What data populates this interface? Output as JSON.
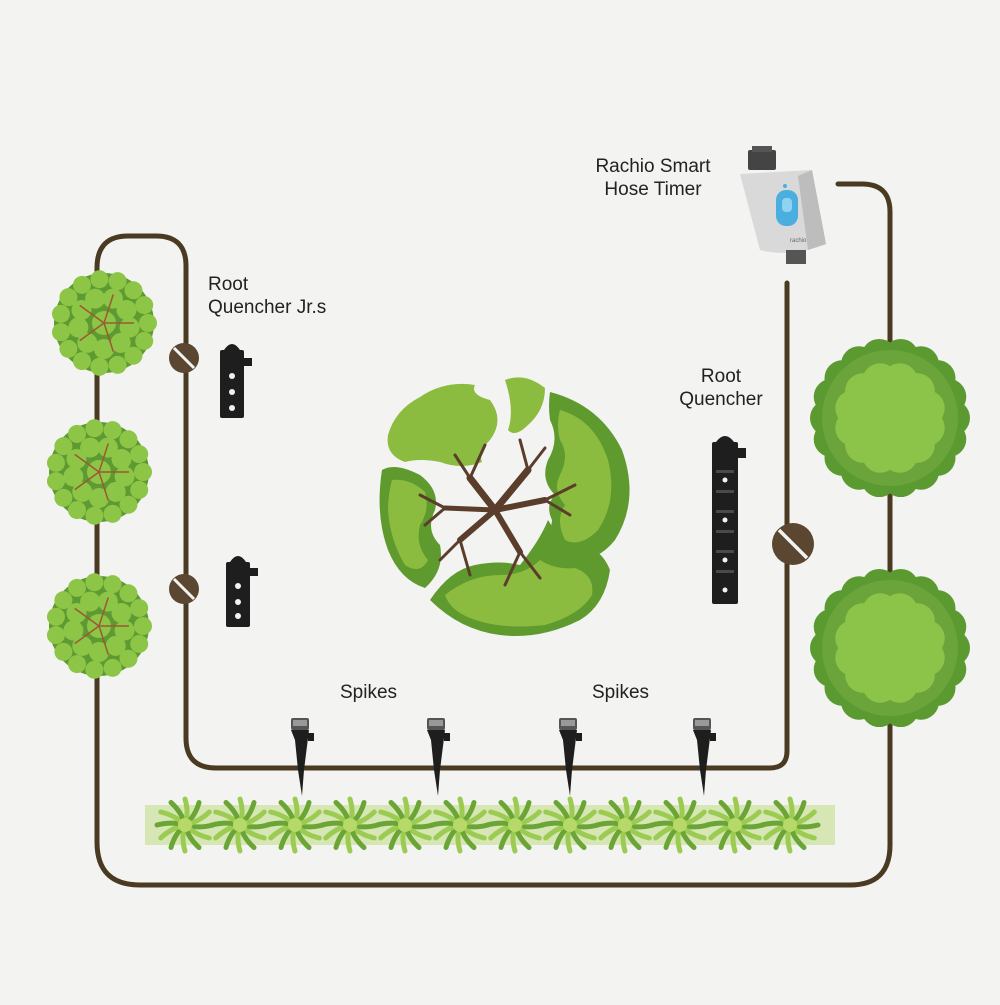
{
  "labels": {
    "timer": [
      "Rachio Smart",
      "Hose Timer"
    ],
    "jr": [
      "Root",
      "Quencher Jr.s"
    ],
    "rq": [
      "Root",
      "Quencher"
    ],
    "spikes_left": "Spikes",
    "spikes_right": "Spikes"
  },
  "device_brand": "rachio",
  "colors": {
    "background": "#f3f3f1",
    "hose": "#4a3a22",
    "valve": "#5b4731",
    "shrub_light": "#8dc546",
    "shrub_dark": "#5d9a31",
    "bush": "#6aa43b",
    "tree_canopy": "#8cbc3f",
    "tree_canopy_dark": "#5f9a2e",
    "branches": "#5a3d2b",
    "bed": "#d6e6b4",
    "plants": "#7cb43f",
    "device_body": "#d9d9d9",
    "device_accent": "#4aaee0",
    "emitter": "#1e1e1e"
  }
}
